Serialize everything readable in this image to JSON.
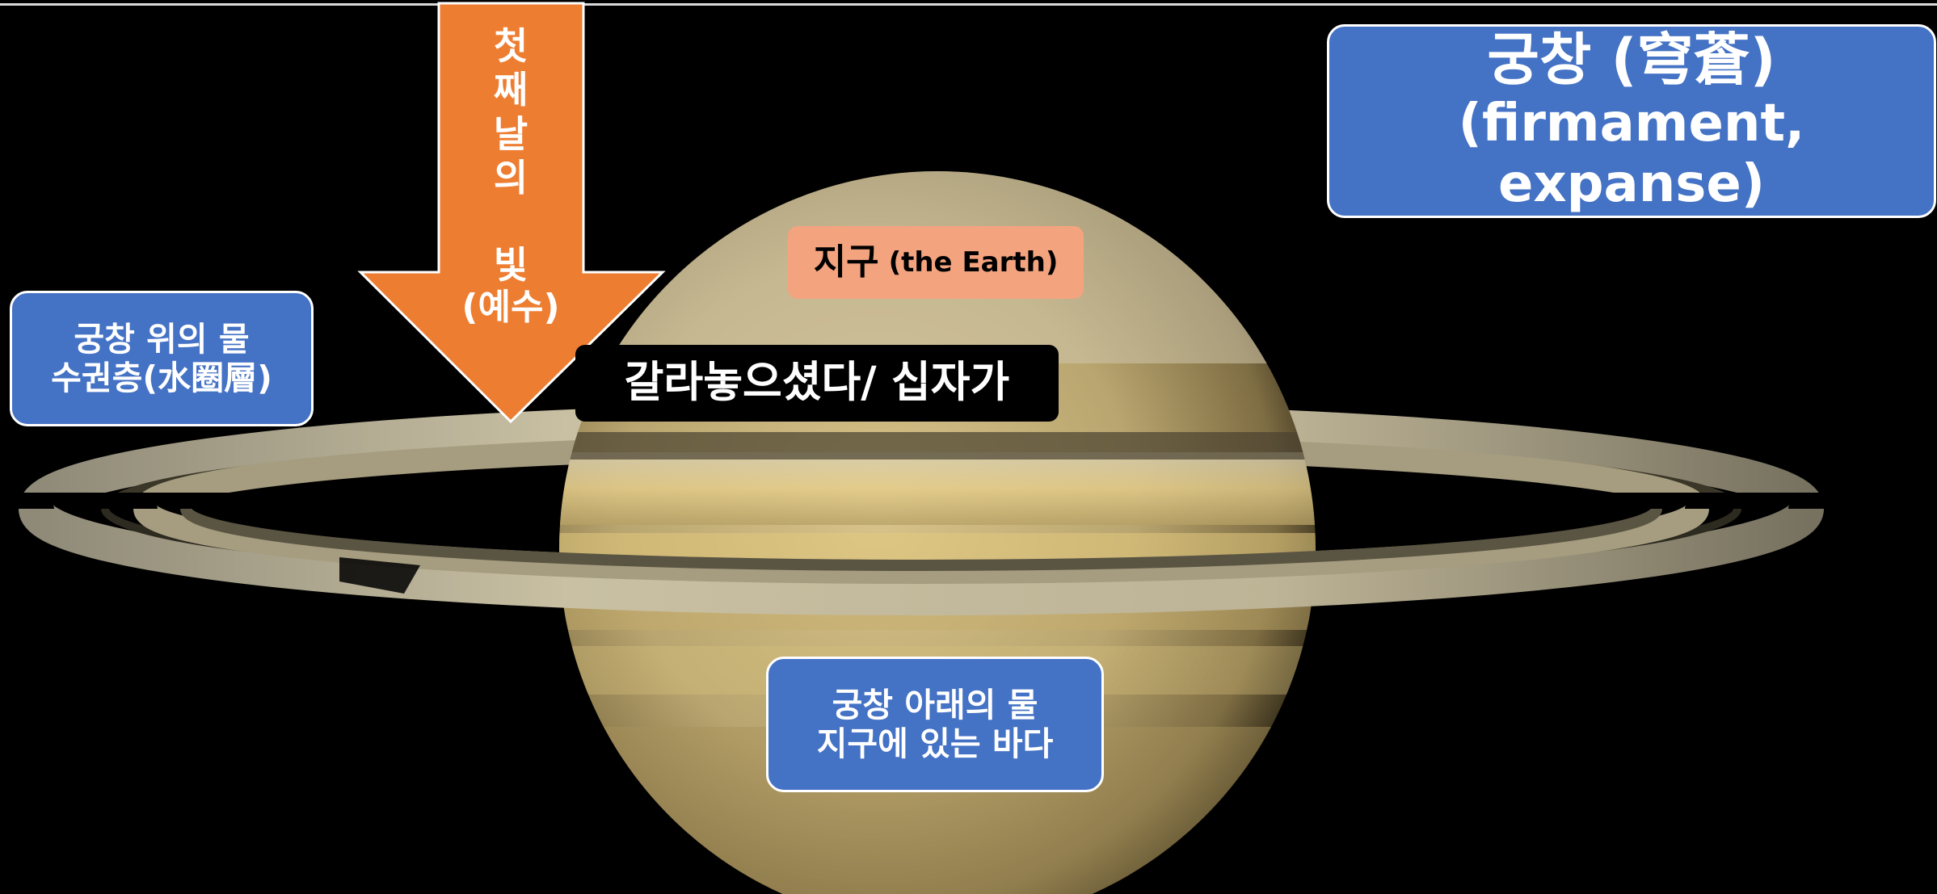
{
  "firmament": {
    "line1": "궁창 (穹蒼)",
    "line2": "(firmament, expanse)"
  },
  "waters_above": {
    "line1": "궁창 위의 물",
    "line2": "수권층(水圈層)"
  },
  "waters_below": {
    "line1": "궁창 아래의 물",
    "line2": "지구에 있는 바다"
  },
  "earth": {
    "ko": "지구",
    "en": "(the Earth)"
  },
  "divided": {
    "text": "갈라놓으셨다/ 십자가"
  },
  "first_light": {
    "chars": [
      "첫",
      "째",
      "날",
      "의",
      "",
      "빛"
    ],
    "jesus": "(예수)"
  },
  "colors": {
    "blue_box": "#4472c4",
    "earth_box": "#f4a37f",
    "arrow": "#ed7d31",
    "background": "#000000"
  },
  "icons": {
    "planet": "saturn-planet-image",
    "arrow": "down-arrow"
  }
}
